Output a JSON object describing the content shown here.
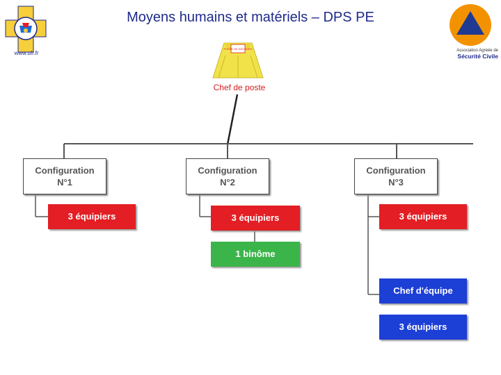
{
  "header": {
    "title": "Moyens humains et matériels – DPS PE",
    "left_logo_url": "www.ufr.fr",
    "right_logo_line1": "Association Agréée de",
    "right_logo_line2": "Sécurité Civile"
  },
  "tent": {
    "sign_text": "POSTE DE SECOURS",
    "label": "Chef de poste"
  },
  "configurations": [
    {
      "title": "Configuration",
      "number": "N°1",
      "boxes": [
        "3 équipiers"
      ]
    },
    {
      "title": "Configuration",
      "number": "N°2",
      "boxes": [
        "3 équipiers",
        "1 binôme"
      ]
    },
    {
      "title": "Configuration",
      "number": "N°3",
      "boxes": [
        "3 équipiers",
        "Chef d'équipe",
        "3 équipiers"
      ]
    }
  ],
  "colors": {
    "title": "#1f2a8c",
    "team_red": "#e31e24",
    "pair_green": "#3bb54a",
    "lead_blue": "#1c3fd6",
    "tent_yellow": "#f2e24a",
    "chef_label": "#d21c1c",
    "civil_protection_orange": "#f39200",
    "civil_protection_blue": "#1f3a93"
  },
  "icons": {
    "left_logo": "red-cross-association-logo-icon",
    "right_logo": "securite-civile-triangle-logo-icon",
    "tent": "first-aid-tent-icon"
  }
}
